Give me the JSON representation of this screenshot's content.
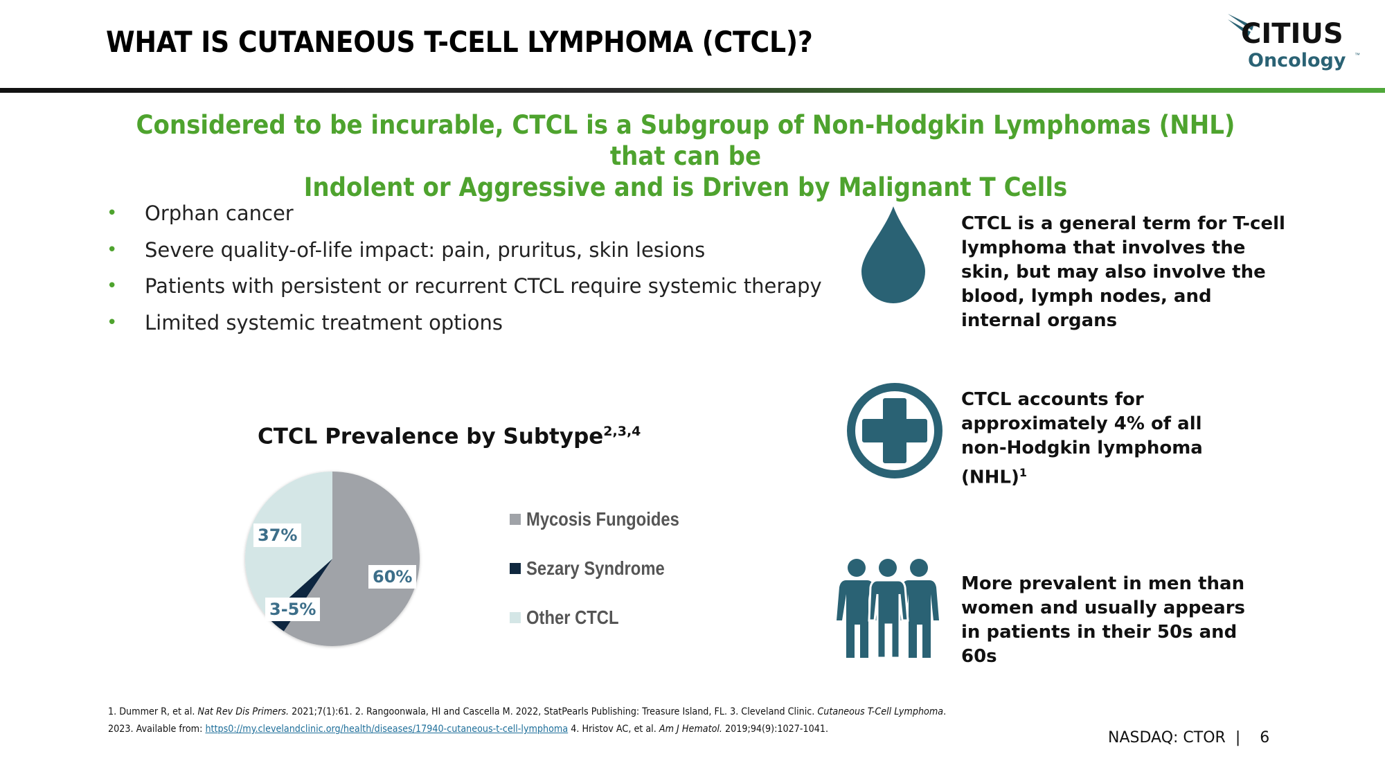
{
  "header": {
    "title": "WHAT IS CUTANEOUS T-CELL LYMPHOMA (CTCL)?",
    "logo": {
      "brand": "CITIUS",
      "sub": "Oncology",
      "tm": "™"
    }
  },
  "subtitle": {
    "line1": "Considered to be incurable, CTCL is a Subgroup of Non-Hodgkin Lymphomas (NHL) that can be",
    "line2": "Indolent or Aggressive and is Driven by Malignant T Cells"
  },
  "bullets": [
    "Orphan cancer",
    "Severe quality-of-life impact: pain, pruritus, skin lesions",
    "Patients with persistent or recurrent CTCL require systemic therapy",
    "Limited systemic treatment options"
  ],
  "facts": [
    {
      "icon": "blood-drop-icon",
      "text": "CTCL is a general term for T-cell lymphoma that involves the skin, but may also involve the blood, lymph nodes, and internal organs",
      "sup": ""
    },
    {
      "icon": "medical-cross-icon",
      "text": "CTCL accounts for approximately 4% of all non-Hodgkin lymphoma (NHL)",
      "sup": "1"
    },
    {
      "icon": "people-icon",
      "text": "More prevalent in men than women and usually appears in patients in their 50s and 60s",
      "sup": ""
    }
  ],
  "chart_data": {
    "type": "pie",
    "title": "CTCL Prevalence by Subtype",
    "title_sup": "2,3,4",
    "categories": [
      "Mycosis Fungoides",
      "Sezary Syndrome",
      "Other CTCL"
    ],
    "values": [
      60,
      4,
      37
    ],
    "labels": [
      "60%",
      "3-5%",
      "37%"
    ],
    "colors": [
      "#a0a3a8",
      "#10283f",
      "#d4e6e6"
    ],
    "legend": "right"
  },
  "footnote": {
    "part1": "1. Dummer R, et al. ",
    "i1": "Nat Rev Dis Primers.",
    "part2": " 2021;7(1):61. 2. Rangoonwala, HI and Cascella M. 2022, StatPearls Publishing: Treasure Island, FL. 3. Cleveland Clinic. ",
    "i2": "Cutaneous T-Cell Lymphoma",
    "part3": ". 2023. Available from: ",
    "link": "https0://my.clevelandclinic.org/health/diseases/17940-cutaneous-t-cell-lymphoma",
    "part4": " 4. Hristov AC, et al. ",
    "i3": "Am J Hematol.",
    "part5": " 2019;94(9):1027-1041."
  },
  "footer": {
    "ticker": "NASDAQ: CTOR",
    "separator": "|",
    "page": "6"
  },
  "colors": {
    "green": "#4ea32e",
    "teal": "#2a6274",
    "label": "#3c6e89"
  }
}
